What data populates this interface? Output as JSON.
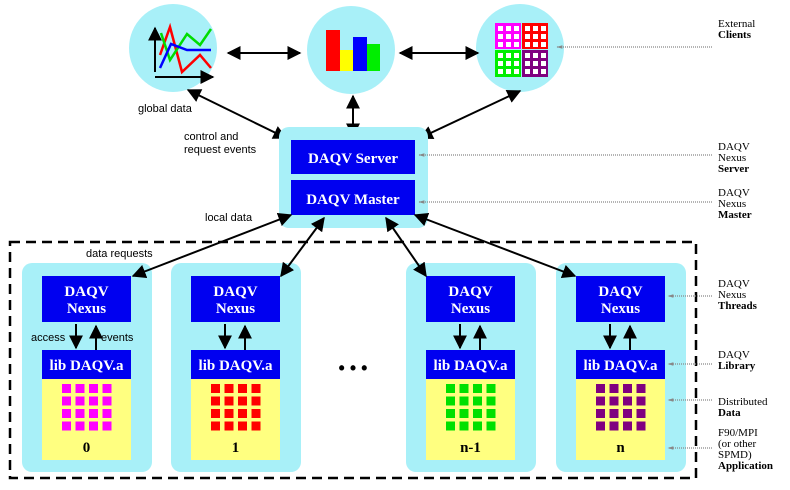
{
  "colors": {
    "cyan": "#a8f0f8",
    "blue": "#0000f0",
    "yellow": "#ffff80"
  },
  "server": {
    "server_label": "DAQV Server",
    "master_label": "DAQV Master"
  },
  "edge_labels": {
    "global": "global data",
    "control1": "control and",
    "control2": "request events",
    "local": "local data",
    "requests": "data requests",
    "access": "access",
    "events": "events"
  },
  "nodes": [
    {
      "nexus1": "DAQV",
      "nexus2": "Nexus",
      "lib": "lib DAQV.a",
      "id": "0",
      "color": "#ff00ff"
    },
    {
      "nexus1": "DAQV",
      "nexus2": "Nexus",
      "lib": "lib DAQV.a",
      "id": "1",
      "color": "#ff0000"
    },
    {
      "nexus1": "DAQV",
      "nexus2": "Nexus",
      "lib": "lib DAQV.a",
      "id": "n-1",
      "color": "#00e000"
    },
    {
      "nexus1": "DAQV",
      "nexus2": "Nexus",
      "lib": "lib DAQV.a",
      "id": "n",
      "color": "#800080"
    }
  ],
  "ellipsis": "• • •",
  "right_labels": {
    "clients": [
      "External",
      "Clients"
    ],
    "server": [
      "DAQV",
      "Nexus",
      "Server"
    ],
    "master": [
      "DAQV",
      "Nexus",
      "Master"
    ],
    "threads": [
      "DAQV",
      "Nexus",
      "Threads"
    ],
    "library": [
      "DAQV",
      "Library"
    ],
    "data": [
      "Distributed",
      "Data"
    ],
    "app": [
      "F90/MPI",
      "(or other",
      "SPMD)",
      "Application"
    ]
  }
}
